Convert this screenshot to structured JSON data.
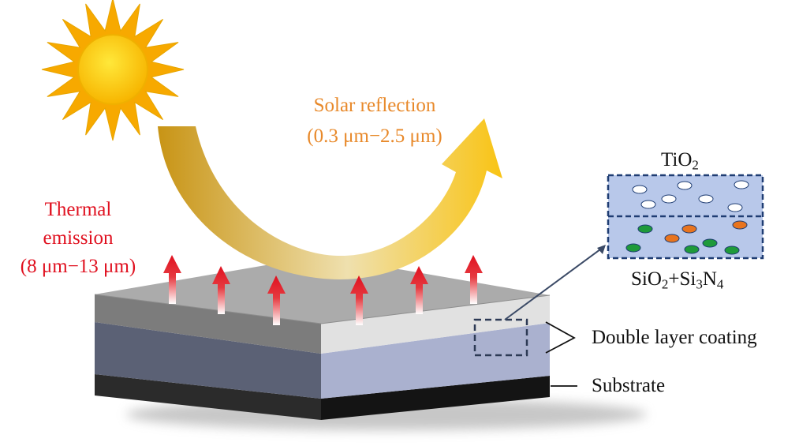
{
  "colors": {
    "thermal": "#e0101f",
    "solar": "#e8892a",
    "tio2_layer": "#b8c8ea",
    "border": "#1f3d73",
    "particle_white": "#ffffff",
    "particle_green": "#1f9a3a",
    "particle_orange": "#e8741e",
    "substrate_top": "#aab1cf",
    "substrate_side": "#5b6175",
    "coating_top": "#ababab",
    "coating_front": "#e1e1e1",
    "coating_side": "#7c7c7c"
  },
  "icons": {
    "sun": "sun-icon",
    "solar_arrow": "curved-arrow-icon",
    "thermal_arrows": "up-arrow-icon"
  },
  "labels": {
    "thermal_line1": "Thermal",
    "thermal_line2": "emission",
    "thermal_line3": "(8 μm−13 μm)",
    "solar_line1": "Solar  reflection",
    "solar_line2": "(0.3 μm−2.5 μm)",
    "tio2_base": "TiO",
    "tio2_sub": "2",
    "sio2_base": "SiO",
    "sio2_sub": "2",
    "plus_si": "+Si",
    "si_sub": "3",
    "n_base": "N",
    "n_sub": "4",
    "double_layer": "Double layer coating",
    "substrate": "Substrate"
  }
}
